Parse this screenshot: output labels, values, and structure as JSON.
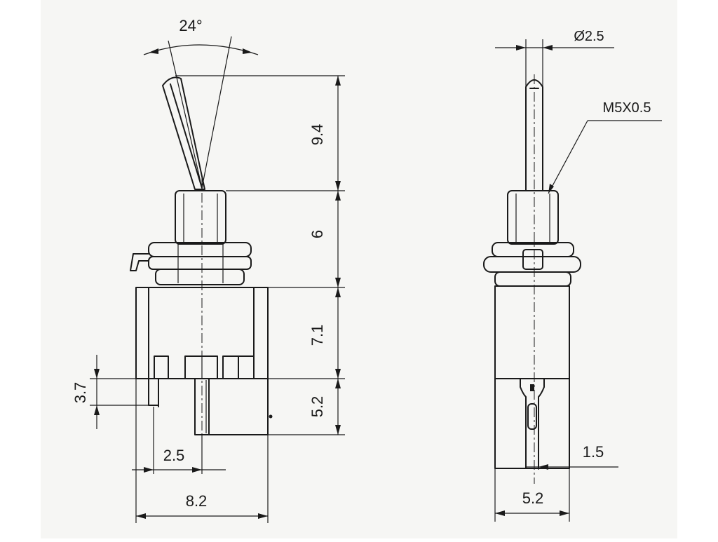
{
  "colors": {
    "paper": "#f6f6f4",
    "ink": "#1a1a1a"
  },
  "front_view": {
    "angle_label": "24°",
    "dim_lever_length": "9.4",
    "dim_bushing_height": "6",
    "dim_body_height": "7.1",
    "dim_terminal_length": "5.2",
    "dim_lug_height": "3.7",
    "dim_terminal_pitch": "2.5",
    "dim_body_width": "8.2"
  },
  "side_view": {
    "dim_lever_diameter": "Ø2.5",
    "thread_label": "M5X0.5",
    "dim_terminal_width": "1.5",
    "dim_body_depth": "5.2"
  }
}
